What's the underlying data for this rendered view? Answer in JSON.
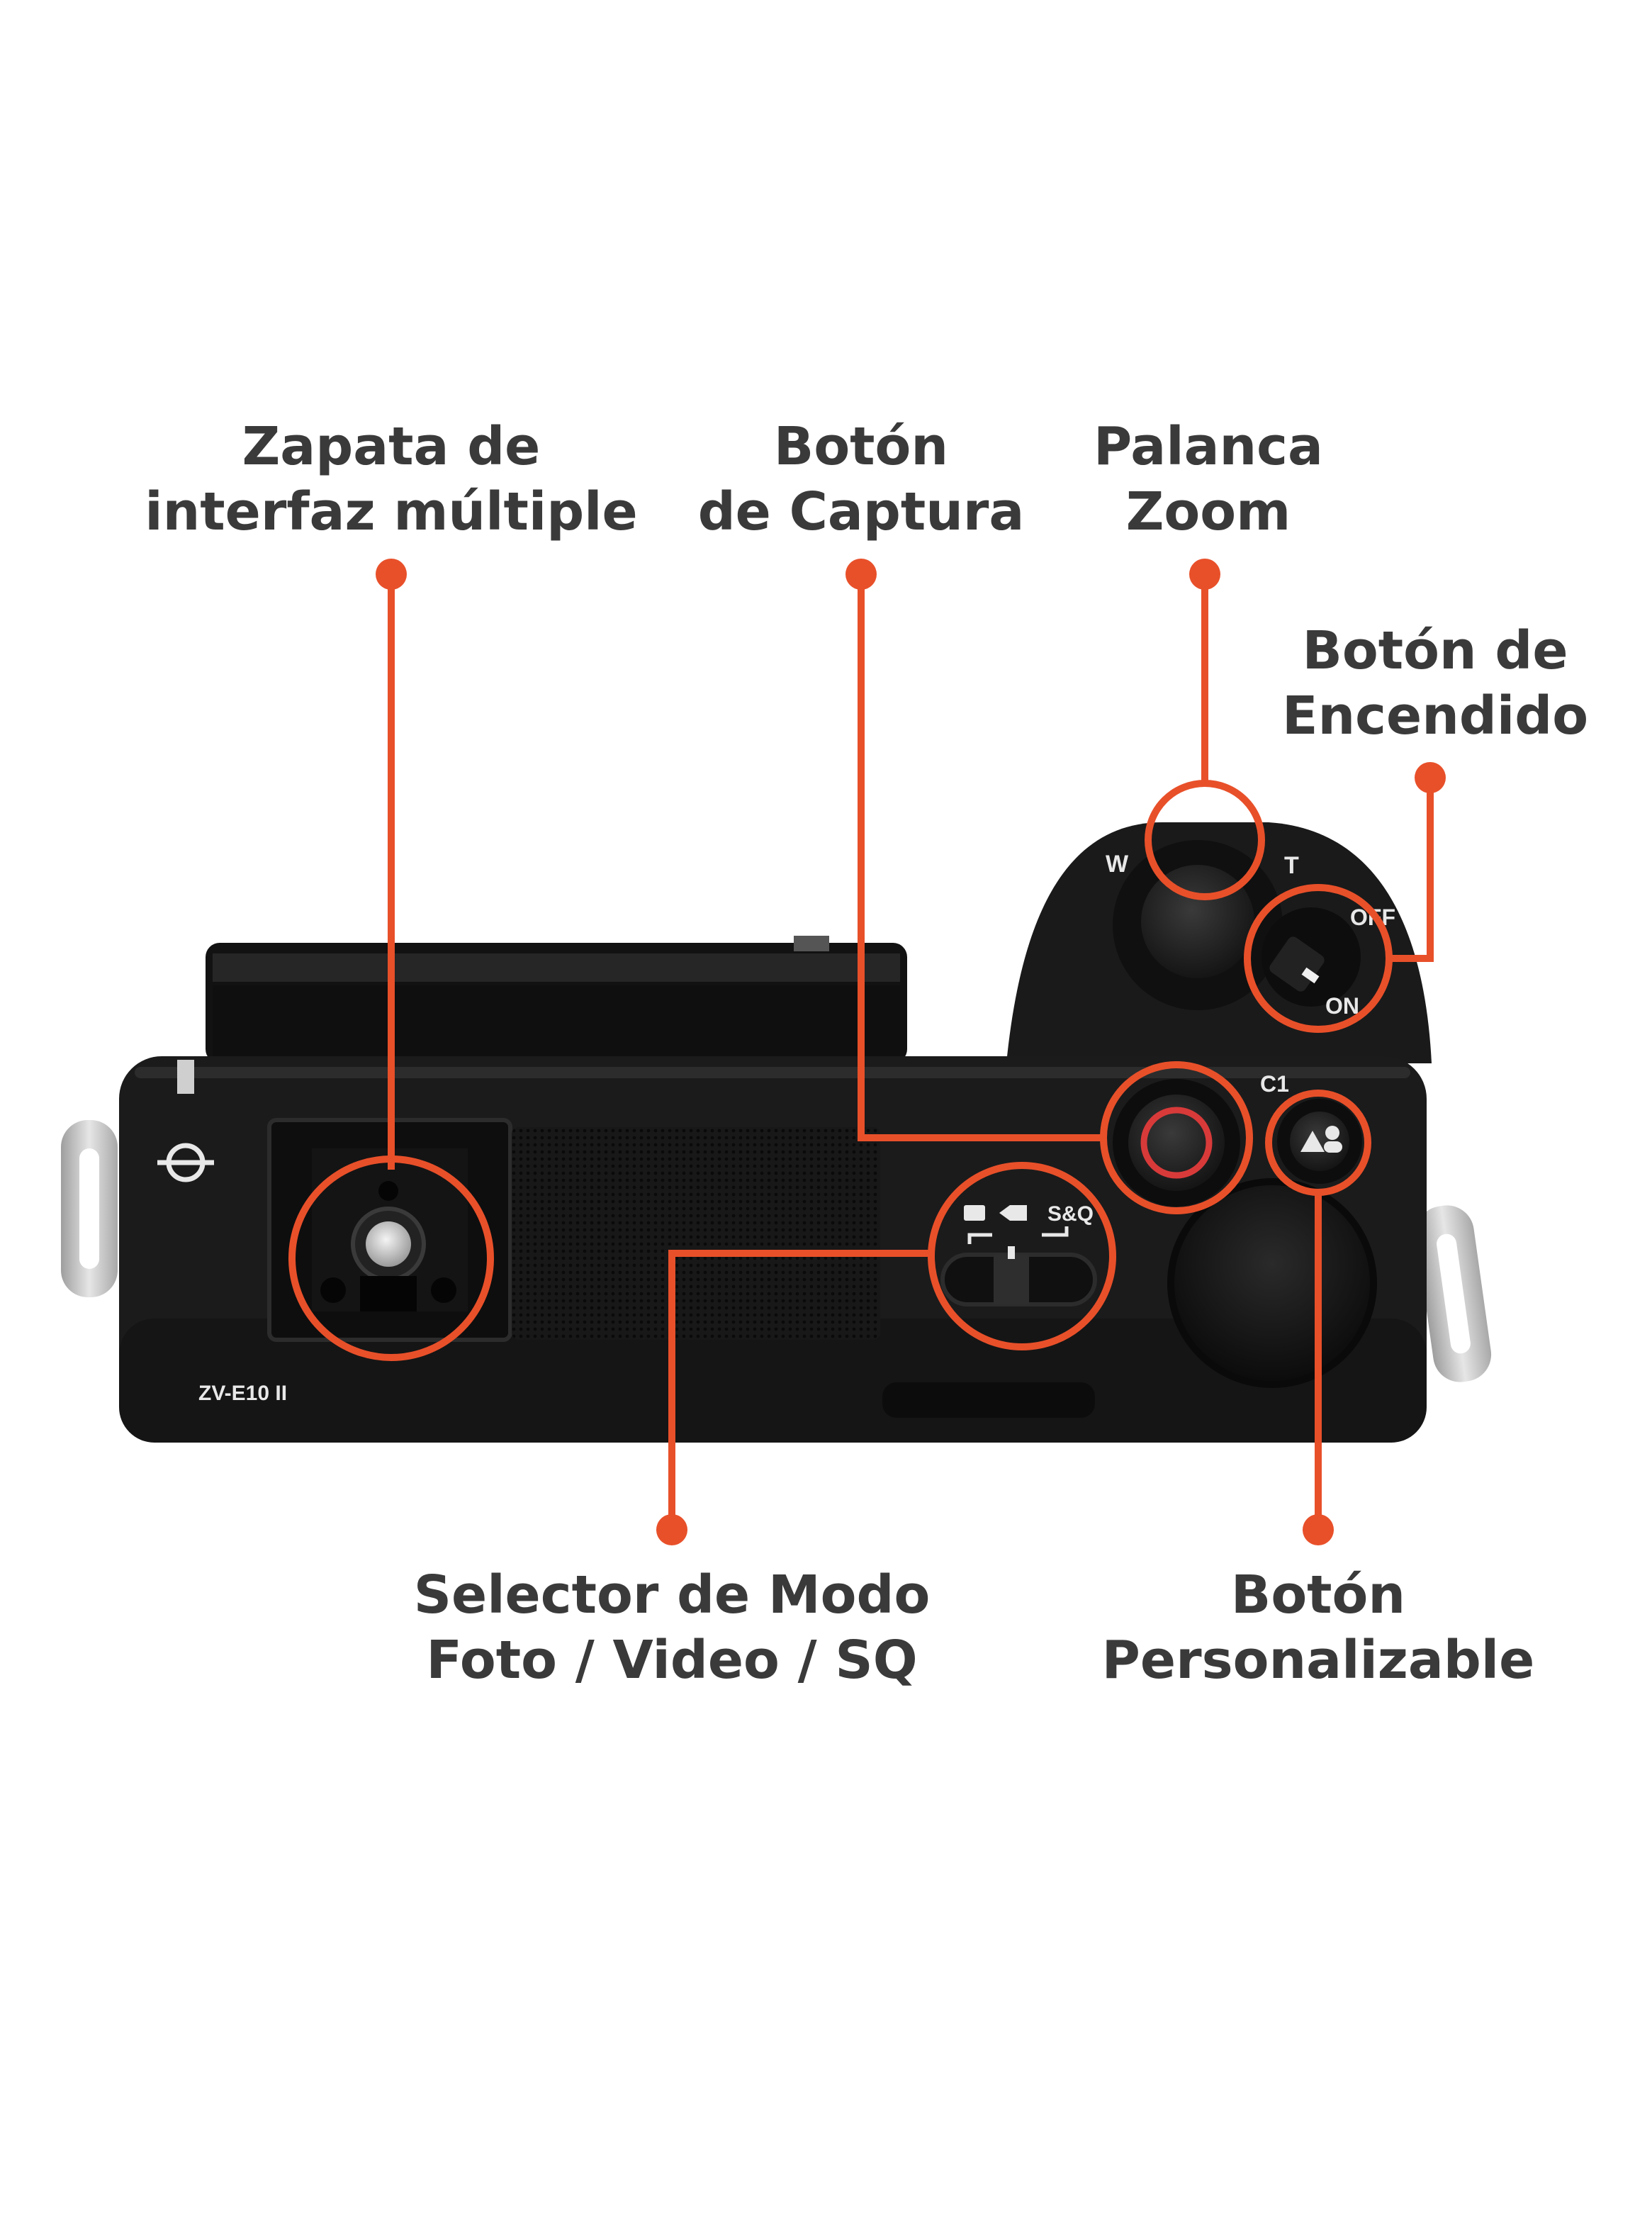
{
  "callouts": {
    "hot_shoe": {
      "line1": "Zapata de",
      "line2": "interfaz múltiple"
    },
    "capture_button": {
      "line1": "Botón",
      "line2": "de Captura"
    },
    "zoom_lever": {
      "line1": "Palanca",
      "line2": "Zoom"
    },
    "power_button": {
      "line1": "Botón de",
      "line2": "Encendido"
    },
    "mode_selector": {
      "line1": "Selector de Modo",
      "line2": "Foto / Video / SQ"
    },
    "custom_button": {
      "line1": "Botón",
      "line2": "Personalizable"
    }
  },
  "camera": {
    "model": "ZV-E10 II",
    "zoom_wide": "W",
    "zoom_tele": "T",
    "power_off": "OFF",
    "power_on": "ON",
    "custom_key": "C1",
    "mode_sq": "S&Q"
  },
  "colors": {
    "accent": "#e8502a",
    "label_text": "#3a3a3a",
    "body": "#1b1b1b",
    "background": "#ffffff"
  }
}
